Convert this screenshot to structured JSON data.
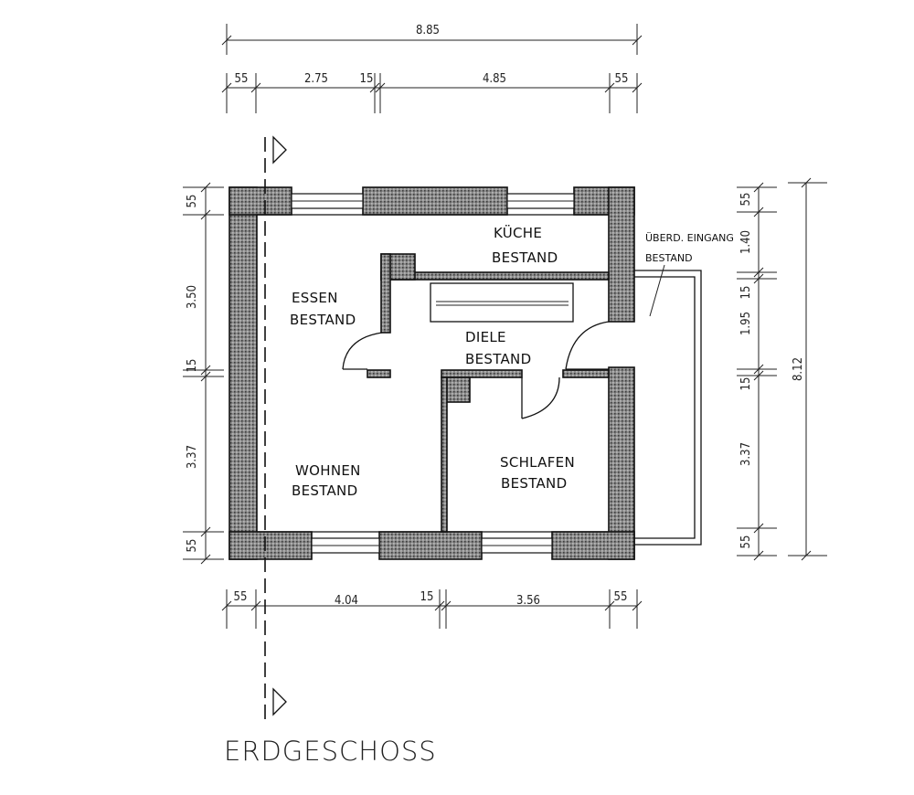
{
  "plan": {
    "title": "ERDGESCHOSS",
    "rooms": [
      {
        "id": "kueche",
        "name": "KÜCHE",
        "status": "BESTAND"
      },
      {
        "id": "essen",
        "name": "ESSEN",
        "status": "BESTAND"
      },
      {
        "id": "diele",
        "name": "DIELE",
        "status": "BESTAND"
      },
      {
        "id": "wohnen",
        "name": "WOHNEN",
        "status": "BESTAND"
      },
      {
        "id": "schlafen",
        "name": "SCHLAFEN",
        "status": "BESTAND"
      },
      {
        "id": "eingang",
        "name": "ÜBERD. EINGANG",
        "status": "BESTAND"
      }
    ],
    "dims_top": {
      "overall": "8.85",
      "segments": [
        "55",
        "2.75",
        "15",
        "4.85",
        "55"
      ]
    },
    "dims_bottom": {
      "segments": [
        "55",
        "4.04",
        "15",
        "3.56",
        "55"
      ]
    },
    "dims_left": {
      "segments": [
        "55",
        "3.50",
        "15",
        "3.37",
        "55"
      ]
    },
    "dims_right": {
      "overall": "8.12",
      "segments": [
        "55",
        "1.40",
        "15",
        "1.95",
        "15",
        "3.37",
        "55"
      ]
    }
  },
  "colors": {
    "ink": "#111111",
    "wall_hatch": "#777777",
    "paper": "#ffffff"
  }
}
